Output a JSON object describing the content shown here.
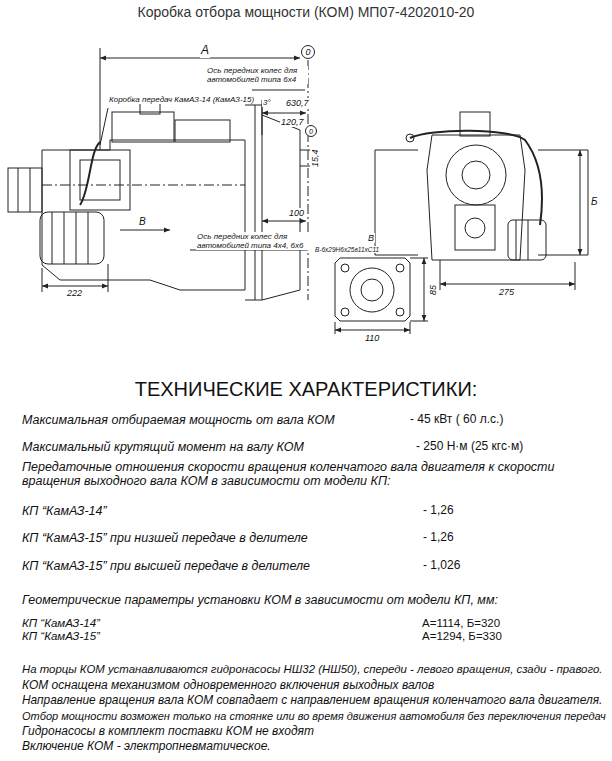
{
  "diagram": {
    "title": "Коробка отбора мощности (КОМ) МП07-4202010-20",
    "nodes": [
      {
        "text": [
          "0"
        ]
      },
      {
        "text": [
          "0"
        ]
      }
    ],
    "labels": [
      "А",
      "Ось передних колес для автомобилей типа 6х4",
      "Коробка передач КамАЗ-14 (КамАЗ-15)",
      "3°",
      "630,7",
      "120,7",
      "15,4",
      "В",
      "100",
      "Ось передних колес для автомобилей типа 4х4, 6х6",
      "222",
      "В",
      "В-6х29Н6х25в11хС11",
      "85",
      "110",
      "Б",
      "275",
      "ТЕХНИЧЕСКИЕ ХАРАКТЕРИСТИКИ:",
      "Максимальная отбираемая мощность от вала КОМ",
      "- 45 кВт ( 60 л.с.)",
      "Максимальный крутящий момент на валу КОМ",
      "- 250 Н·м (25 кгс·м)",
      "Передаточные отношения скорости вращения коленчатого вала двигателя к скорости вращения выходного вала КОМ в зависимости от модели КП:",
      "КП “КамАЗ-14”",
      "- 1,26",
      "КП “КамАЗ-15” при низшей передаче в делителе",
      "- 1,26",
      "КП “КамАЗ-15” при высшей передаче в делителе",
      "- 1,026",
      "Геометрические параметры установки КОМ в зависимости от модели КП, мм:",
      "КП “КамАЗ-14”",
      "А=1114,  Б=320",
      "КП “КамАЗ-15”",
      "А=1294,  Б=330",
      "На торцы КОМ устанавливаются гидронасосы НШ32 (НШ50), спереди - левого вращения, сзади - правого.",
      "КОМ оснащена механизмом одновременного включения выходных валов",
      "Направление вращения вала КОМ совпадает с направлением вращения коленчатого вала двигателя.",
      "Отбор мощности возможен только на стоянке или во время движения автомобиля без переключения передач",
      "Гидронасосы в комплект поставки КОМ не входят",
      "Включение КОМ - электропневматическое."
    ]
  }
}
